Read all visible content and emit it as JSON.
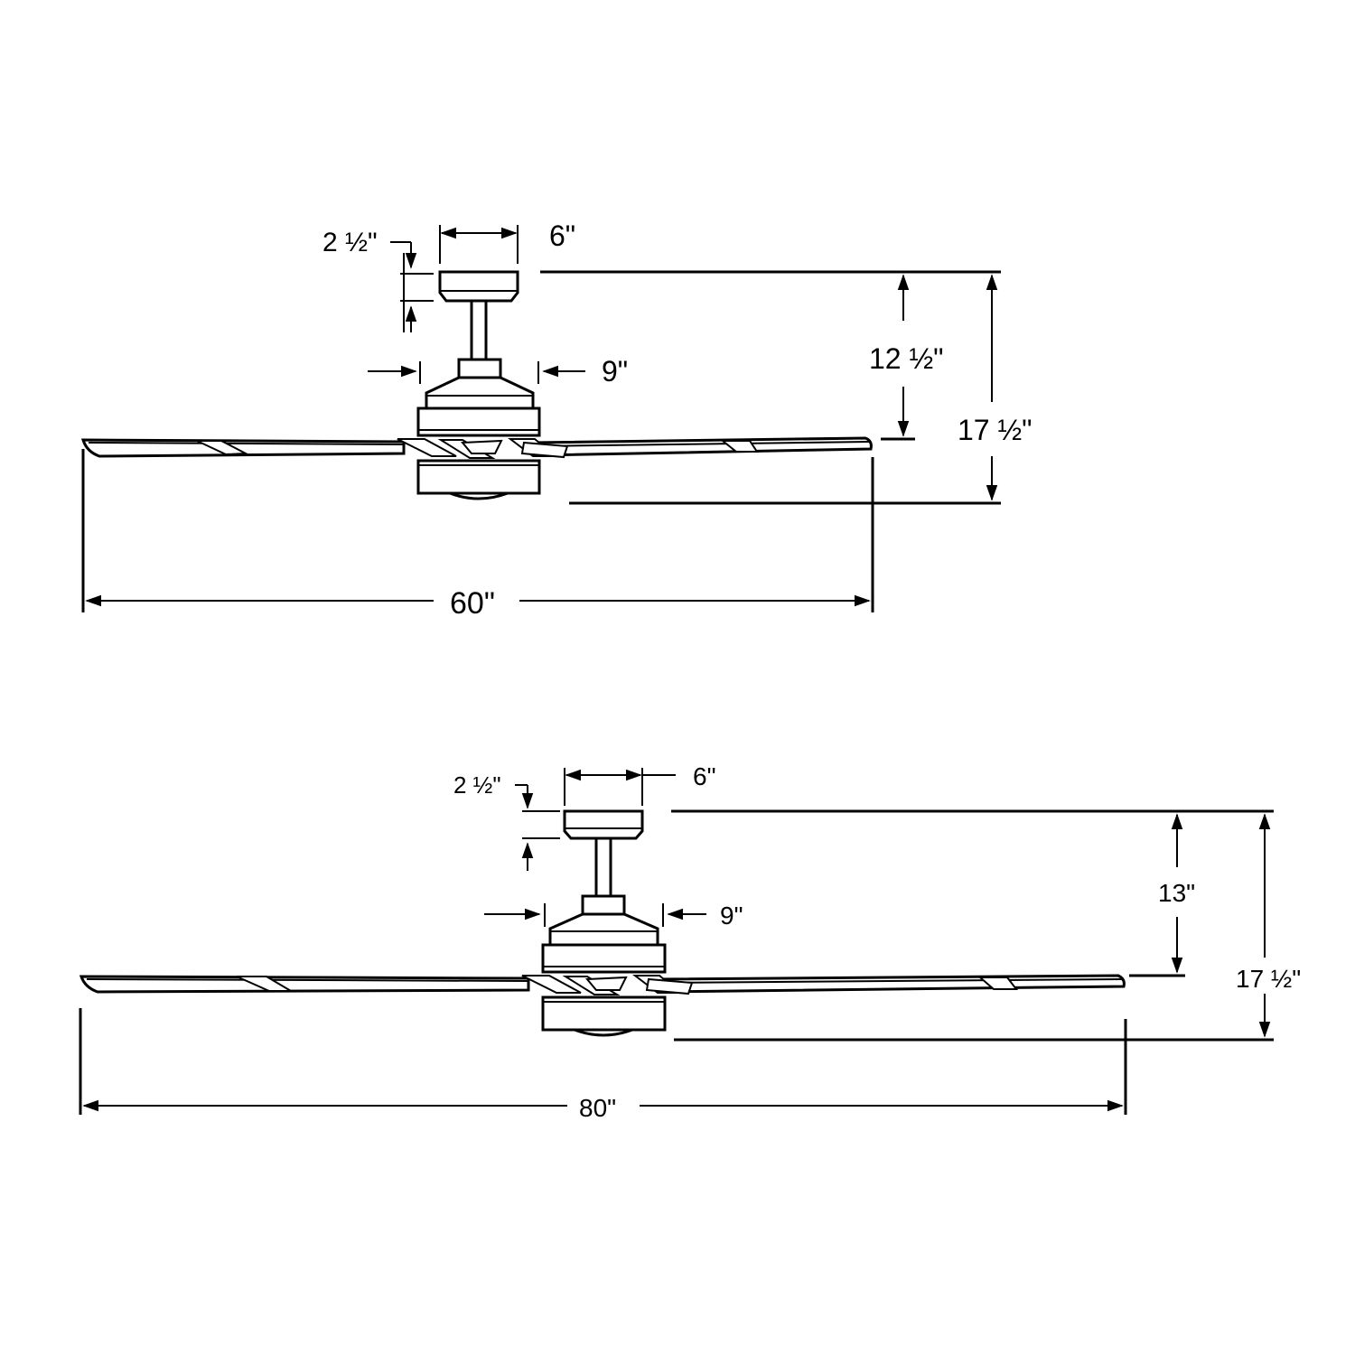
{
  "colors": {
    "line": "#000000",
    "background": "#ffffff"
  },
  "fan_60": {
    "canopy_height": "2 ½\"",
    "canopy_width": "6\"",
    "motor_width": "9\"",
    "ceiling_to_blade": "12 ½\"",
    "overall_height": "17 ½\"",
    "blade_span": "60\""
  },
  "fan_80": {
    "canopy_height": "2 ½\"",
    "canopy_width": "6\"",
    "motor_width": "9\"",
    "ceiling_to_blade": "13\"",
    "overall_height": "17 ½\"",
    "blade_span": "80\""
  }
}
